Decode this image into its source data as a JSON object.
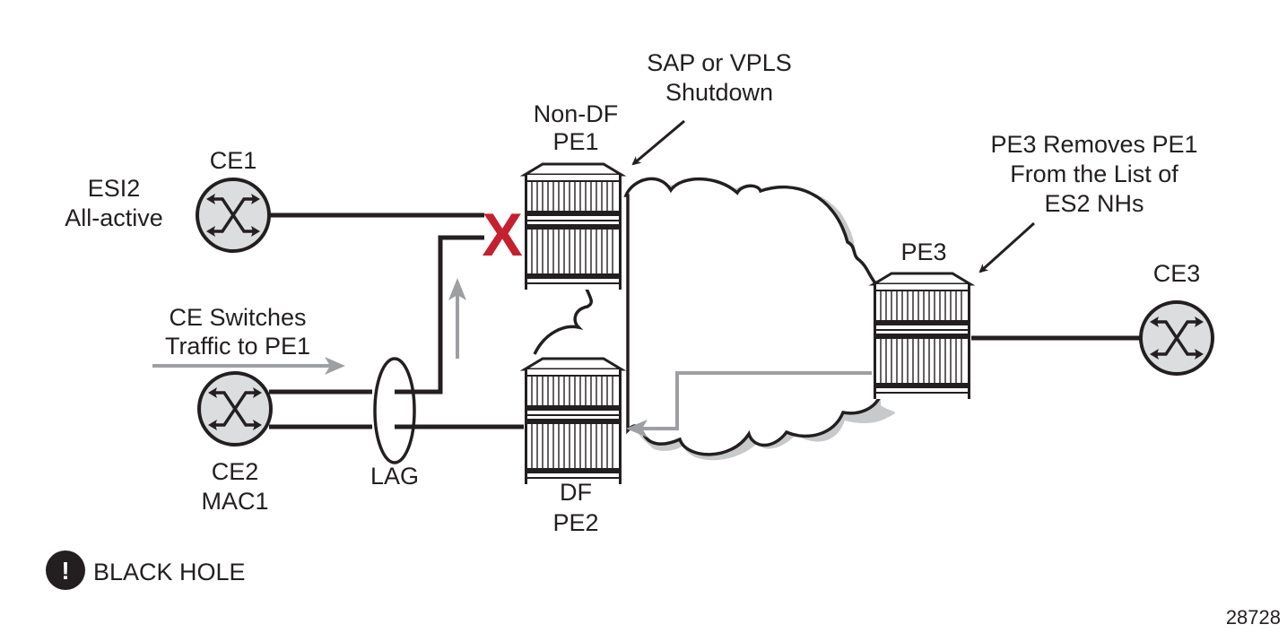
{
  "diagram": {
    "title": "EVPN All-active Multihoming: SAP or VPLS Shutdown on Non-DF PE1",
    "figure_number": "28728",
    "colors": {
      "line": "#231f20",
      "gray_flow": "#9d9fa2",
      "router_fill": "#dcddde",
      "failure_x": "#c4202f",
      "cloud_shadow": "#c8c9cb"
    },
    "nodes": {
      "ce1": {
        "label": "CE1",
        "type": "router-icon"
      },
      "ce2": {
        "label_line1": "CE2",
        "label_line2": "MAC1",
        "type": "router-icon"
      },
      "ce3": {
        "label": "CE3",
        "type": "router-icon"
      },
      "pe1": {
        "label_line1": "Non-DF",
        "label_line2": "PE1",
        "type": "switch-chassis"
      },
      "pe2": {
        "label_line1": "DF",
        "label_line2": "PE2",
        "type": "switch-chassis"
      },
      "pe3": {
        "label": "PE3",
        "type": "switch-chassis"
      }
    },
    "annotations": {
      "esi": {
        "line1": "ESI2",
        "line2": "All-active"
      },
      "ce_switch": {
        "line1": "CE Switches",
        "line2": "Traffic to PE1"
      },
      "sap_shutdown": {
        "line1": "SAP or VPLS",
        "line2": "Shutdown"
      },
      "pe3_removes": {
        "line1": "PE3 Removes PE1",
        "line2": "From the List of",
        "line3": "ES2 NHs"
      },
      "lag": "LAG"
    },
    "legend": {
      "icon": "exclamation-icon",
      "symbol": "!",
      "label": "BLACK HOLE"
    },
    "failure_marker": "X"
  }
}
